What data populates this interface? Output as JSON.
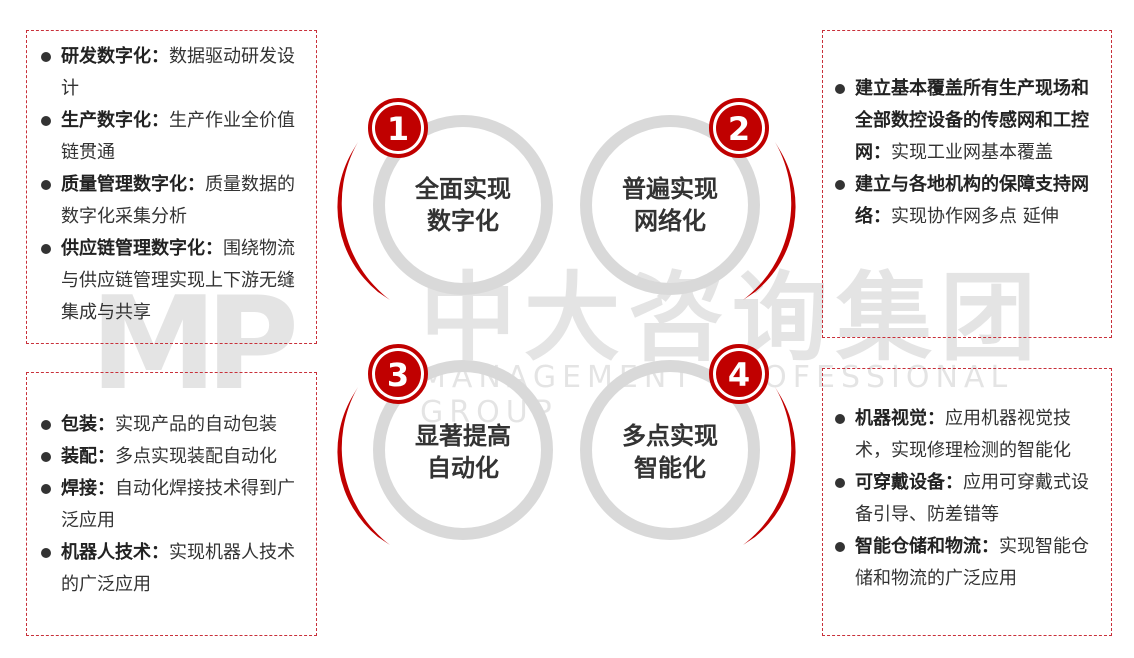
{
  "accent_color": "#c00000",
  "watermark": {
    "logo": "MP",
    "cn": "中大咨询集团",
    "en": "MANAGEMENT PROFESSIONAL GROUP"
  },
  "quadrants": [
    {
      "number": "1",
      "title_line1": "全面实现",
      "title_line2": "数字化",
      "items": [
        {
          "label": "研发数字化：",
          "text": "数据驱动研发设计"
        },
        {
          "label": "生产数字化：",
          "text": "生产作业全价值链贯通"
        },
        {
          "label": "质量管理数字化：",
          "text": "质量数据的数字化采集分析"
        },
        {
          "label": "供应链管理数字化：",
          "text": "围绕物流与供应链管理实现上下游无缝集成与共享"
        }
      ]
    },
    {
      "number": "2",
      "title_line1": "普遍实现",
      "title_line2": "网络化",
      "items": [
        {
          "label": "建立基本覆盖所有生产现场和全部数控设备的传感网和工控网：",
          "text": "实现工业网基本覆盖"
        },
        {
          "label": "建立与各地机构的保障支持网络：",
          "text": "实现协作网多点 延伸"
        }
      ]
    },
    {
      "number": "3",
      "title_line1": "显著提高",
      "title_line2": "自动化",
      "items": [
        {
          "label": "包装：",
          "text": "实现产品的自动包装"
        },
        {
          "label": "装配：",
          "text": "多点实现装配自动化"
        },
        {
          "label": "焊接：",
          "text": "自动化焊接技术得到广泛应用"
        },
        {
          "label": "机器人技术：",
          "text": "实现机器人技术的广泛应用"
        }
      ]
    },
    {
      "number": "4",
      "title_line1": "多点实现",
      "title_line2": "智能化",
      "items": [
        {
          "label": "机器视觉：",
          "text": "应用机器视觉技术，实现修理检测的智能化"
        },
        {
          "label": "可穿戴设备：",
          "text": "应用可穿戴式设备引导、防差错等"
        },
        {
          "label": "智能仓储和物流：",
          "text": "实现智能仓储和物流的广泛应用"
        }
      ]
    }
  ]
}
